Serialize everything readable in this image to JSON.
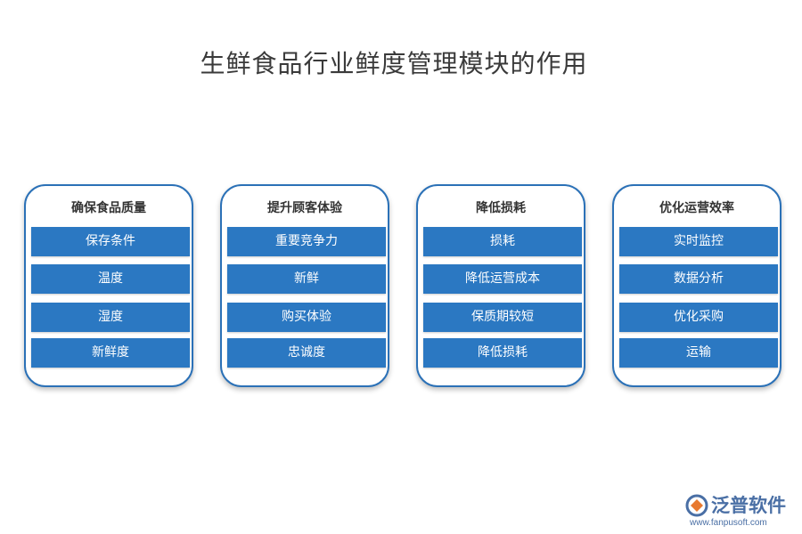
{
  "title": "生鲜食品行业鲜度管理模块的作用",
  "cards": [
    {
      "heading": "确保食品质量",
      "items": [
        "保存条件",
        "温度",
        "湿度",
        "新鲜度"
      ]
    },
    {
      "heading": "提升顾客体验",
      "items": [
        "重要竞争力",
        "新鲜",
        "购买体验",
        "忠诚度"
      ]
    },
    {
      "heading": "降低损耗",
      "items": [
        "损耗",
        "降低运营成本",
        "保质期较短",
        "降低损耗"
      ]
    },
    {
      "heading": "优化运营效率",
      "items": [
        "实时监控",
        "数据分析",
        "优化采购",
        "运输"
      ]
    }
  ],
  "logo": {
    "name": "泛普软件",
    "url": "www.fanpusoft.com",
    "icon": "fanpu-logo-icon",
    "color": "#4a6fa5"
  },
  "colors": {
    "accent": "#2b78c2",
    "border": "#2b71b7"
  }
}
